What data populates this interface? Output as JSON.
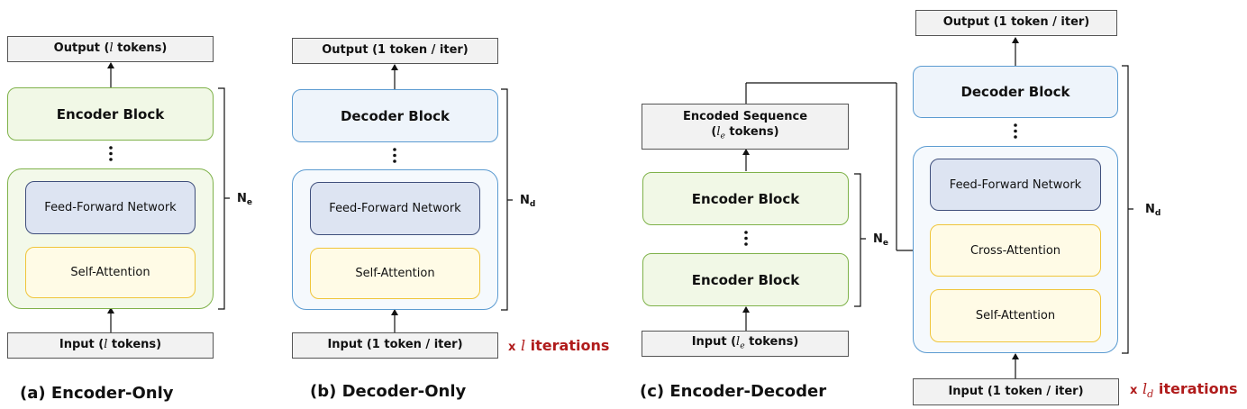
{
  "panel_a": {
    "output_label": "Output (l tokens)",
    "encoder_block": "Encoder Block",
    "ffn": "Feed-Forward Network",
    "attention": "Self-Attention",
    "input_label": "Input (l tokens)",
    "n_label": "Ne",
    "caption": "(a) Encoder-Only"
  },
  "panel_b": {
    "output_label": "Output (1 token / iter)",
    "decoder_block": "Decoder Block",
    "ffn": "Feed-Forward Network",
    "attention": "Self-Attention",
    "input_label": "Input (1 token / iter)",
    "n_label": "Nd",
    "iterations": "x l iterations",
    "caption": "(b) Decoder-Only"
  },
  "panel_c": {
    "encoded_sequence": "Encoded Sequence (le tokens)",
    "encoder_block_top": "Encoder Block",
    "encoder_block_bottom": "Encoder Block",
    "encoder_input": "Input (le tokens)",
    "n_enc_label": "Ne",
    "output_label": "Output (1 token / iter)",
    "decoder_block": "Decoder Block",
    "ffn": "Feed-Forward Network",
    "cross_attention": "Cross-Attention",
    "self_attention": "Self-Attention",
    "decoder_input": "Input (1 token / iter)",
    "n_dec_label": "Nd",
    "iterations": "x ld iterations",
    "caption": "(c) Encoder-Decoder"
  },
  "colors": {
    "encoder_green": "#7fb24a",
    "decoder_blue": "#5b9bd1",
    "ffn_navy": "#3f4f7c",
    "attention_yellow": "#f0c53a",
    "iteration_red": "#b01b1b"
  }
}
